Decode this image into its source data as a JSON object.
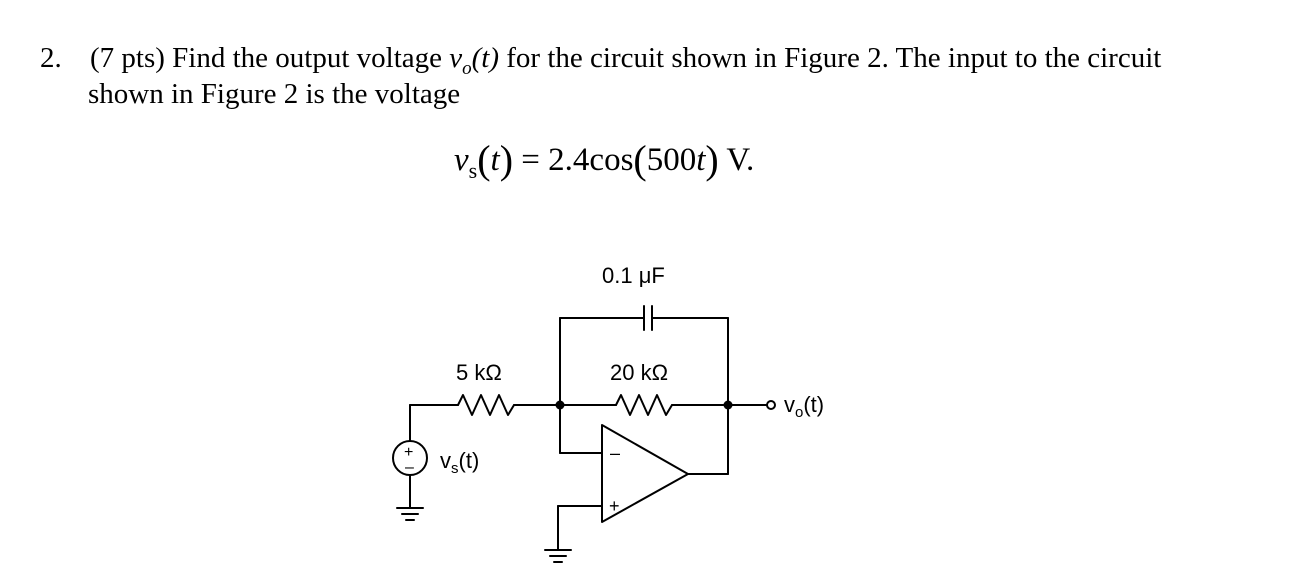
{
  "problem": {
    "number": "2.",
    "points": "(7 pts)",
    "text_a": " Find the output voltage ",
    "vo_var": "v",
    "vo_sub": "o",
    "vo_arg": "(t)",
    "text_b": " for the circuit shown in Figure 2. The input to the circuit",
    "line2": "shown in Figure 2 is the voltage"
  },
  "equation": {
    "lhs_var": "v",
    "lhs_sub": "s",
    "lhs_arg_open": "(",
    "lhs_arg": "t",
    "lhs_arg_close": ")",
    "equals": " = ",
    "amplitude": "2.4",
    "func": "cos",
    "arg_open": "(",
    "arg": "500",
    "arg_var": "t",
    "arg_close": ")",
    "unit": " V."
  },
  "circuit": {
    "capacitor_label": "0.1 μF",
    "r1_label": "5 kΩ",
    "r2_label": "20 kΩ",
    "source_label": "v",
    "source_sub": "s",
    "source_arg": "(t)",
    "output_label": "v",
    "output_sub": "o",
    "output_arg": "(t)",
    "opamp_minus": "–",
    "opamp_plus": "+",
    "source_plus": "+",
    "source_minus": "–"
  }
}
